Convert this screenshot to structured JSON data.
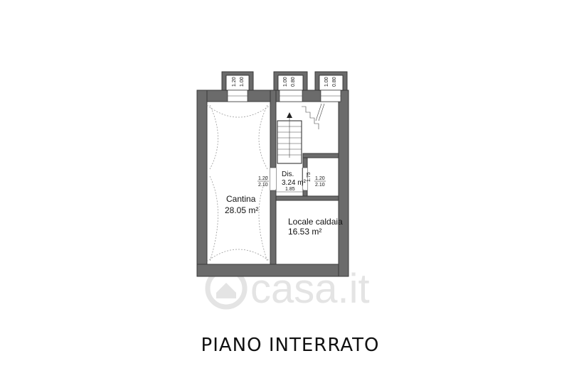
{
  "rooms": {
    "cantina": {
      "name": "Cantina",
      "area": "28.05 m²"
    },
    "dis": {
      "name": "Dis.",
      "area": "3.24 m²"
    },
    "caldaia": {
      "name": "Locale caldaia",
      "area": "16.53 m²"
    }
  },
  "windows": [
    {
      "w": "1.20",
      "h": "1.00"
    },
    {
      "w": "1.00",
      "h": "0.80"
    },
    {
      "w": "1.00",
      "h": "0.80"
    }
  ],
  "doors": {
    "left": {
      "w": "1.20",
      "h": "2.10"
    },
    "right": {
      "w": "1.20",
      "h": "2.10"
    },
    "dis_height": "1.75",
    "dis_width": "1.85"
  },
  "watermark": "casa.it",
  "floor_title": "PIANO INTERRATO"
}
